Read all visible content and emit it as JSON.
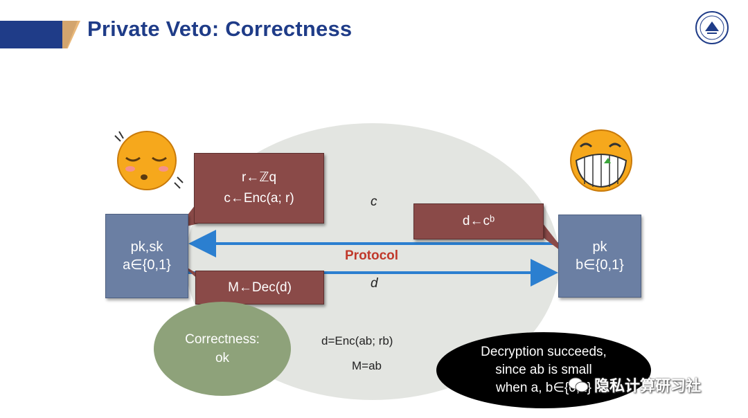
{
  "title": "Private Veto: Correctness",
  "party_a": {
    "line1": "pk,sk",
    "line2": "a∈{0,1}"
  },
  "party_b": {
    "line1": "pk",
    "line2": "b∈{0,1}"
  },
  "callout_enc": {
    "line1": "r←ℤq",
    "line2": "c←Enc(a; r)"
  },
  "callout_dec": {
    "text": "M←Dec(d)"
  },
  "callout_b": {
    "text": "d←cᵇ"
  },
  "msg_c": "c",
  "msg_d": "d",
  "protocol_label": "Protocol",
  "formula1": "d=Enc(ab; rb)",
  "formula2": "M=ab",
  "correctness": {
    "line1": "Correctness:",
    "line2": "ok"
  },
  "note": {
    "line1": "Decryption succeeds,",
    "line2": "since ab is small",
    "line3": "when a, b∈{0,1}"
  },
  "watermark": "隐私计算研习社",
  "colors": {
    "title": "#1f3c88",
    "party_box": "#6b7fa3",
    "callout": "#8a4a48",
    "arrow": "#2b7fd0",
    "protocol": "#c0392b",
    "correctness_bubble": "#8ea27a",
    "ellipse": "#e3e5e1"
  },
  "icons": [
    "sleepy-emoji-icon",
    "grinning-emoji-icon",
    "university-logo-icon",
    "wechat-icon"
  ]
}
